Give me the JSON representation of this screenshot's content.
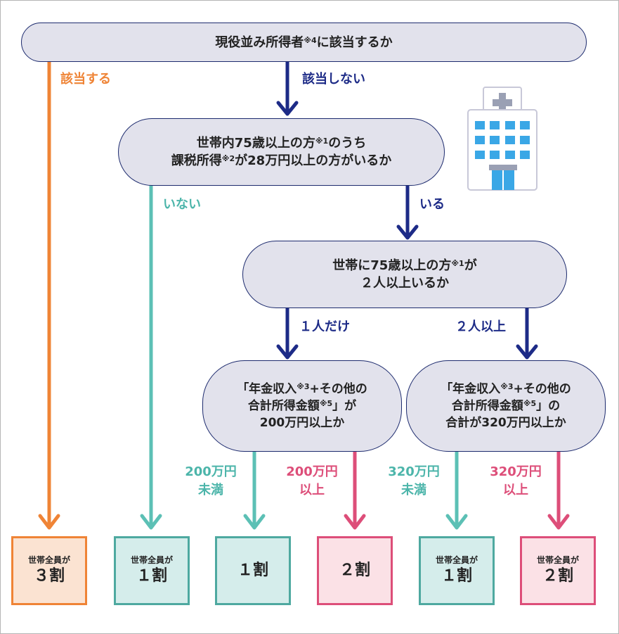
{
  "q1": {
    "text": "現役並み所得者",
    "sup": "※4",
    "tail": "に該当するか"
  },
  "q2": {
    "line1_pre": "世帯内75歳以上の方",
    "line1_sup": "※1",
    "line1_post": "のうち",
    "line2_pre": "課税所得",
    "line2_sup": "※2",
    "line2_post": "が28万円以上の方がいるか"
  },
  "q3": {
    "line1_pre": "世帯に75歳以上の方",
    "line1_sup": "※1",
    "line1_post": "が",
    "line2": "２人以上いるか"
  },
  "q4": {
    "line1_pre": "「年金収入",
    "line1_sup": "※3",
    "line1_post": "+その他の",
    "line2_pre": "合計所得金額",
    "line2_sup": "※5",
    "line2_post": "」が",
    "line3": "200万円以上か"
  },
  "q5": {
    "line1_pre": "「年金収入",
    "line1_sup": "※3",
    "line1_post": "+その他の",
    "line2_pre": "合計所得金額",
    "line2_sup": "※5",
    "line2_post": "」の",
    "line3": "合計が320万円以上か"
  },
  "labels": {
    "applies": "該当する",
    "not_applies": "該当しない",
    "none": "いない",
    "exists": "いる",
    "one_only": "１人だけ",
    "two_plus": "２人以上",
    "under200_l1": "200万円",
    "under200_l2": "未満",
    "over200_l1": "200万円",
    "over200_l2": "以上",
    "under320_l1": "320万円",
    "under320_l2": "未満",
    "over320_l1": "320万円",
    "over320_l2": "以上"
  },
  "results": [
    {
      "small": "世帯全員が",
      "big": "３割"
    },
    {
      "small": "世帯全員が",
      "big": "１割"
    },
    {
      "small": "",
      "big": "１割"
    },
    {
      "small": "",
      "big": "２割"
    },
    {
      "small": "世帯全員が",
      "big": "１割"
    },
    {
      "small": "世帯全員が",
      "big": "２割"
    }
  ],
  "colors": {
    "navy": "#1d2b87",
    "orange": "#ef8436",
    "teal": "#5cc0b5",
    "pink": "#dd4e79",
    "node_fill": "#e2e2ec"
  },
  "icon": "hospital-icon"
}
